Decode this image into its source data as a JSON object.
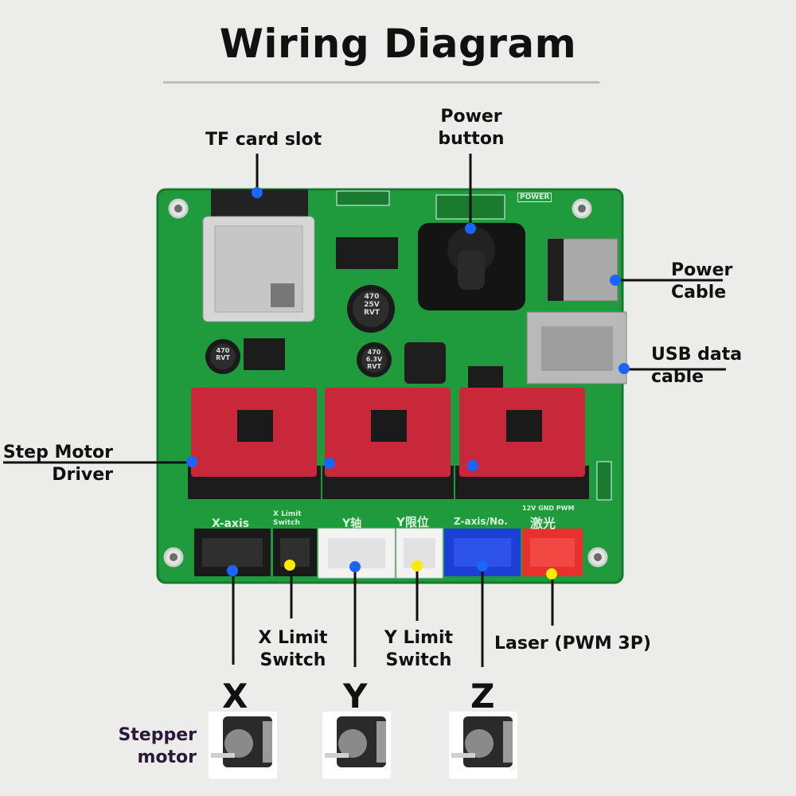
{
  "title": "Wiring Diagram",
  "labels": {
    "tf_card": "TF card slot",
    "power_button_1": "Power",
    "power_button_2": "button",
    "power_cable_1": "Power",
    "power_cable_2": "Cable",
    "usb_1": "USB data",
    "usb_2": "cable",
    "step_driver_1": "Step Motor",
    "step_driver_2": "Driver",
    "x_limit_1": "X Limit",
    "x_limit_2": "Switch",
    "y_limit_1": "Y Limit",
    "y_limit_2": "Switch",
    "laser": "Laser (PWM 3P)",
    "stepper_1": "Stepper",
    "stepper_2": "motor"
  },
  "axes": [
    "X",
    "Y",
    "Z"
  ],
  "board_silk": {
    "x_axis": "X-axis",
    "x_limit_1": "X Limit",
    "x_limit_2": "Switch",
    "y_axis": "Y轴",
    "y_limit": "Y限位",
    "z_axis": "Z-axis/No.",
    "laser": "激光",
    "laser_pins": "12V GND PWM",
    "cap1": "470 25V RVT",
    "cap2": "470 6.3V RVT",
    "cap3": "470 RVT",
    "power_tag": "POWER"
  },
  "colors": {
    "pcb": "#1f9a3c",
    "dot_blue": "#1a64ff",
    "dot_yellow": "#ffea00",
    "driver_red": "#c8283a",
    "connector_blue": "#1e3fd6",
    "connector_red": "#e8302c"
  }
}
